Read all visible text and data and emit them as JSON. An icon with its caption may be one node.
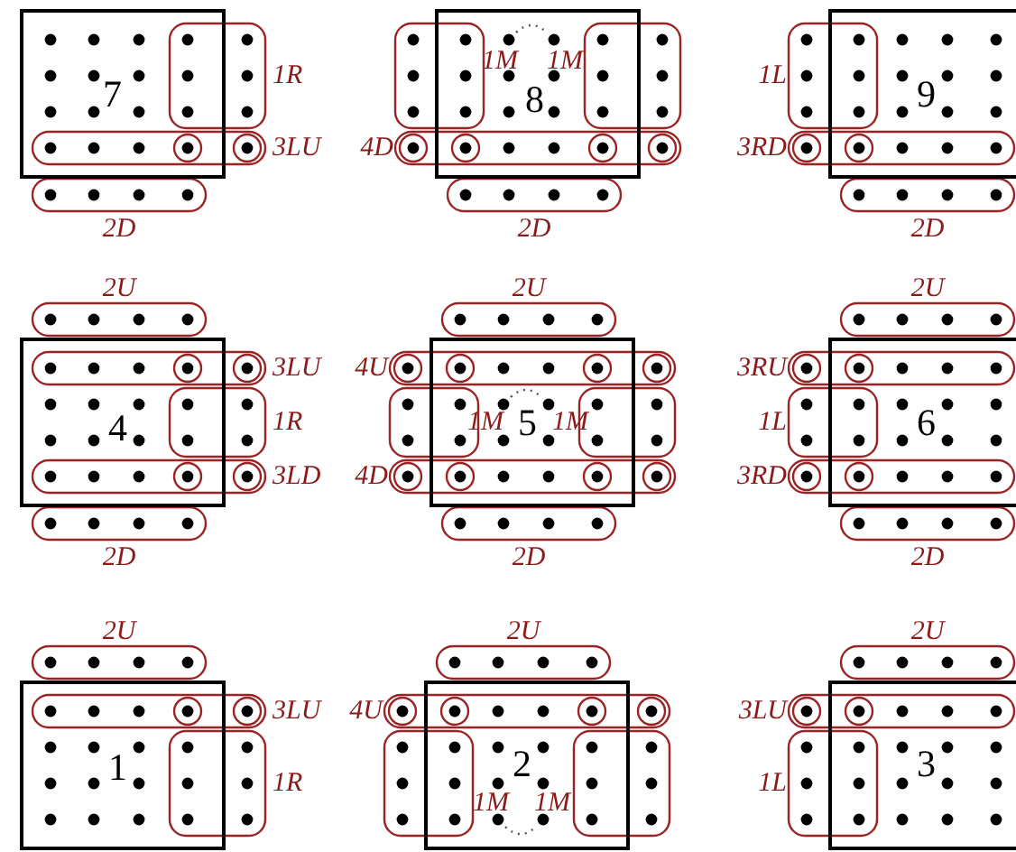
{
  "diagram": {
    "nodes": [
      {
        "text": [
          "7"
        ]
      },
      {
        "text": [
          "8"
        ]
      },
      {
        "text": [
          "9"
        ]
      },
      {
        "text": [
          "4"
        ]
      },
      {
        "text": [
          "5"
        ]
      },
      {
        "text": [
          "6"
        ]
      },
      {
        "text": [
          "1"
        ]
      },
      {
        "text": [
          "2"
        ]
      },
      {
        "text": [
          "3"
        ]
      }
    ],
    "labels": [
      "1R",
      "3LU",
      "2D",
      "1M",
      "1M",
      "4D",
      "2D",
      "1L",
      "3RD",
      "2D",
      "2U",
      "3LU",
      "1R",
      "3LD",
      "2D",
      "2U",
      "4U",
      "1M",
      "1M",
      "4D",
      "2D",
      "2U",
      "3RU",
      "1L",
      "3RD",
      "2D",
      "2U",
      "3LU",
      "1R",
      "2U",
      "4U",
      "1M",
      "1M",
      "2U",
      "3LU",
      "1L"
    ]
  }
}
